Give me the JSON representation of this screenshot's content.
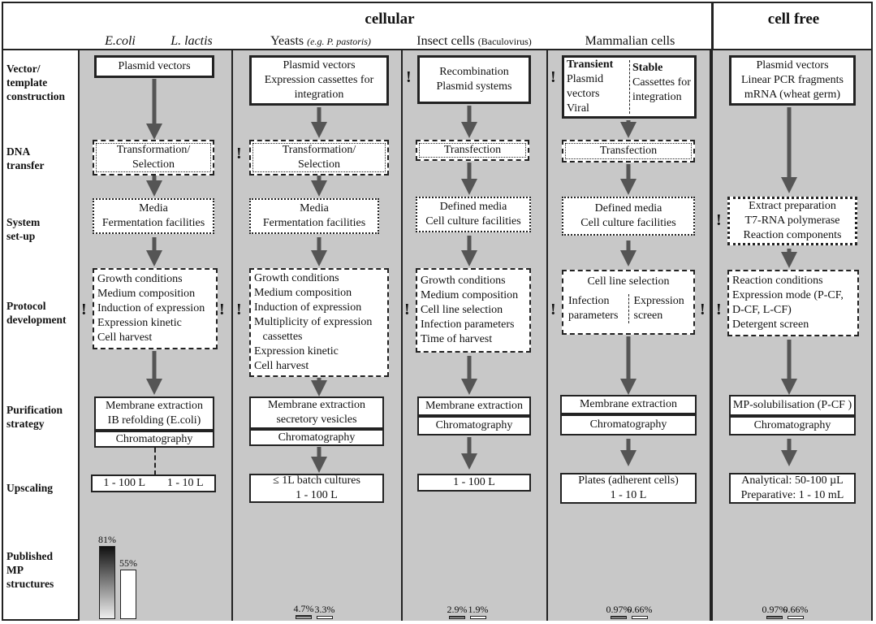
{
  "header": {
    "cellular": "cellular",
    "cell_free": "cell free",
    "ecoli": "E.coli",
    "llactis": "L. lactis",
    "yeasts": "Yeasts",
    "yeasts_eg": "(e.g. P. pastoris)",
    "insect": "Insect cells",
    "insect_sub": "(Baculovirus)",
    "mammalian": "Mammalian cells"
  },
  "rows": {
    "vector": [
      "Vector/",
      "template",
      "construction"
    ],
    "dna": [
      "DNA",
      "transfer"
    ],
    "system": [
      "System",
      "set-up"
    ],
    "protocol": [
      "Protocol",
      "development"
    ],
    "purification": [
      "Purification",
      "strategy"
    ],
    "upscaling": [
      "Upscaling"
    ],
    "published": [
      "Published",
      "MP",
      "structures"
    ]
  },
  "bacteria": {
    "vector": [
      "Plasmid vectors"
    ],
    "dna": [
      "Transformation/",
      "Selection"
    ],
    "system": [
      "Media",
      "Fermentation facilities"
    ],
    "protocol": [
      "Growth conditions",
      "Medium composition",
      "Induction of expression",
      "Expression kinetic",
      "Cell harvest"
    ],
    "purif_top": [
      "Membrane extraction",
      "IB refolding (E.coli)"
    ],
    "purif_bottom": "Chromatography",
    "up_left": "1 - 100 L",
    "up_right": "1 - 10 L",
    "bar1": "81%",
    "bar2": "55%",
    "bar1_value": 81,
    "bar2_value": 55
  },
  "yeast": {
    "vector": [
      "Plasmid vectors",
      "Expression cassettes for",
      "integration"
    ],
    "dna": [
      "Transformation/",
      "Selection"
    ],
    "system": [
      "Media",
      "Fermentation facilities"
    ],
    "protocol": [
      "Growth conditions",
      "Medium composition",
      "Induction of expression",
      "Multiplicity of expression",
      "   cassettes",
      "Expression kinetic",
      "Cell harvest"
    ],
    "purif_top": [
      "Membrane extraction",
      "secretory vesicles"
    ],
    "purif_bottom": "Chromatography",
    "up": [
      "≤ 1L batch cultures",
      "1 - 100 L"
    ],
    "bar1": "4.7%",
    "bar2": "3.3%",
    "bar1_value": 4.7,
    "bar2_value": 3.3
  },
  "insect": {
    "vector": [
      "Recombination",
      "Plasmid systems"
    ],
    "dna": [
      "Transfection"
    ],
    "system": [
      "Defined media",
      "Cell culture  facilities"
    ],
    "protocol": [
      "Growth conditions",
      "Medium composition",
      "Cell line selection",
      "Infection parameters",
      "Time of harvest"
    ],
    "purif_top": "Membrane extraction",
    "purif_bottom": "Chromatography",
    "up": "1 - 100 L",
    "bar1": "2.9%",
    "bar2": "1.9%",
    "bar1_value": 2.9,
    "bar2_value": 1.9
  },
  "mammal": {
    "vector_left_title": "Transient",
    "vector_left": [
      "Plasmid",
      "vectors",
      "Viral"
    ],
    "vector_right_title": "Stable",
    "vector_right": [
      "Cassettes for",
      "integration"
    ],
    "dna": [
      "Transfection"
    ],
    "system": [
      "Defined media",
      "Cell culture  facilities"
    ],
    "protocol_title": "Cell line selection",
    "protocol_left": [
      "Infection",
      "parameters"
    ],
    "protocol_right": [
      "Expression",
      "screen"
    ],
    "purif_top": "Membrane extraction",
    "purif_bottom": "Chromatography",
    "up": [
      "Plates (adherent cells)",
      "1 - 10 L"
    ],
    "bar1": "0.97%",
    "bar2": "0.66%",
    "bar1_value": 0.97,
    "bar2_value": 0.66
  },
  "cellfree": {
    "vector": [
      "Plasmid vectors",
      "Linear PCR fragments",
      "mRNA (wheat germ)"
    ],
    "system": [
      "Extract preparation",
      "T7-RNA polymerase",
      "Reaction components"
    ],
    "protocol": [
      "Reaction conditions",
      "Expression mode (P-CF,",
      "D-CF, L-CF)",
      "Detergent screen"
    ],
    "purif_top": "MP-solubilisation (P-CF )",
    "purif_bottom": "Chromatography",
    "up": [
      "Analytical: 50-100 µL",
      "Preparative: 1 - 10 mL"
    ],
    "bar1": "0.97%",
    "bar2": "0.66%",
    "bar1_value": 0.97,
    "bar2_value": 0.66
  },
  "warning_symbol": "!",
  "colors": {
    "column_bg": "#c8c8c8",
    "arrow": "#555555",
    "border": "#222222"
  }
}
